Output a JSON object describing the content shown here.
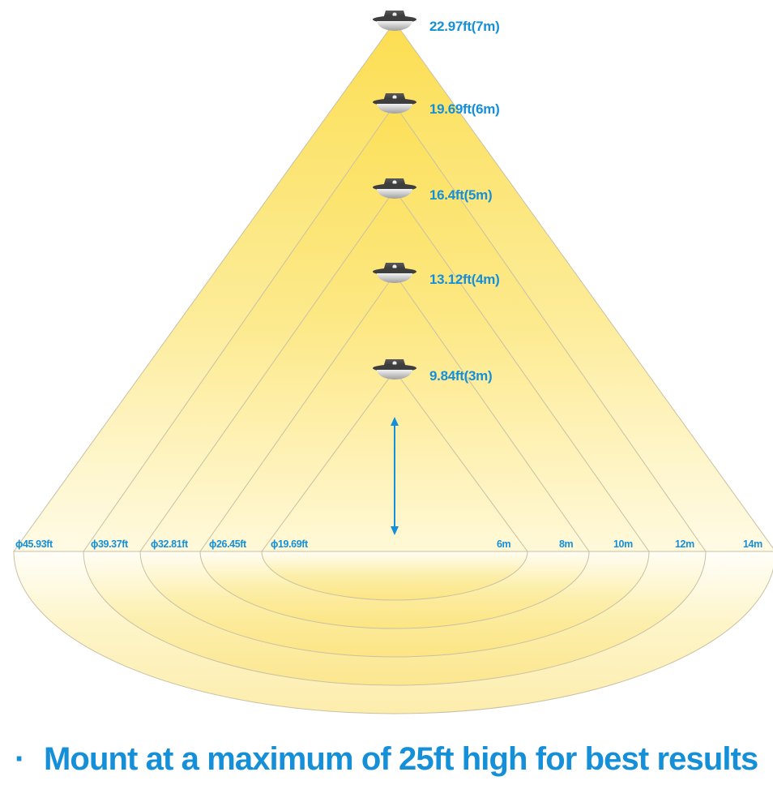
{
  "mounting_heights": [
    {
      "label": "22.97ft(7m)",
      "height_m": 7
    },
    {
      "label": "19.69ft(6m)",
      "height_m": 6
    },
    {
      "label": "16.4ft(5m)",
      "height_m": 5
    },
    {
      "label": "13.12ft(4m)",
      "height_m": 4
    },
    {
      "label": "9.84ft(3m)",
      "height_m": 3
    }
  ],
  "beam_diameters": [
    {
      "label": "ϕ45.93ft",
      "radius_label": "14m"
    },
    {
      "label": "ϕ39.37ft",
      "radius_label": "12m"
    },
    {
      "label": "ϕ32.81ft",
      "radius_label": "10m"
    },
    {
      "label": "ϕ26.45ft",
      "radius_label": "8m"
    },
    {
      "label": "ϕ19.69ft",
      "radius_label": "6m"
    }
  ],
  "caption": {
    "bullet": "·",
    "text": "Mount at a maximum of 25ft high for best results"
  },
  "colors": {
    "accent_blue": "#1590d8",
    "light_yellow": "#fbd831",
    "fixture_body": "#4a4a4a"
  }
}
